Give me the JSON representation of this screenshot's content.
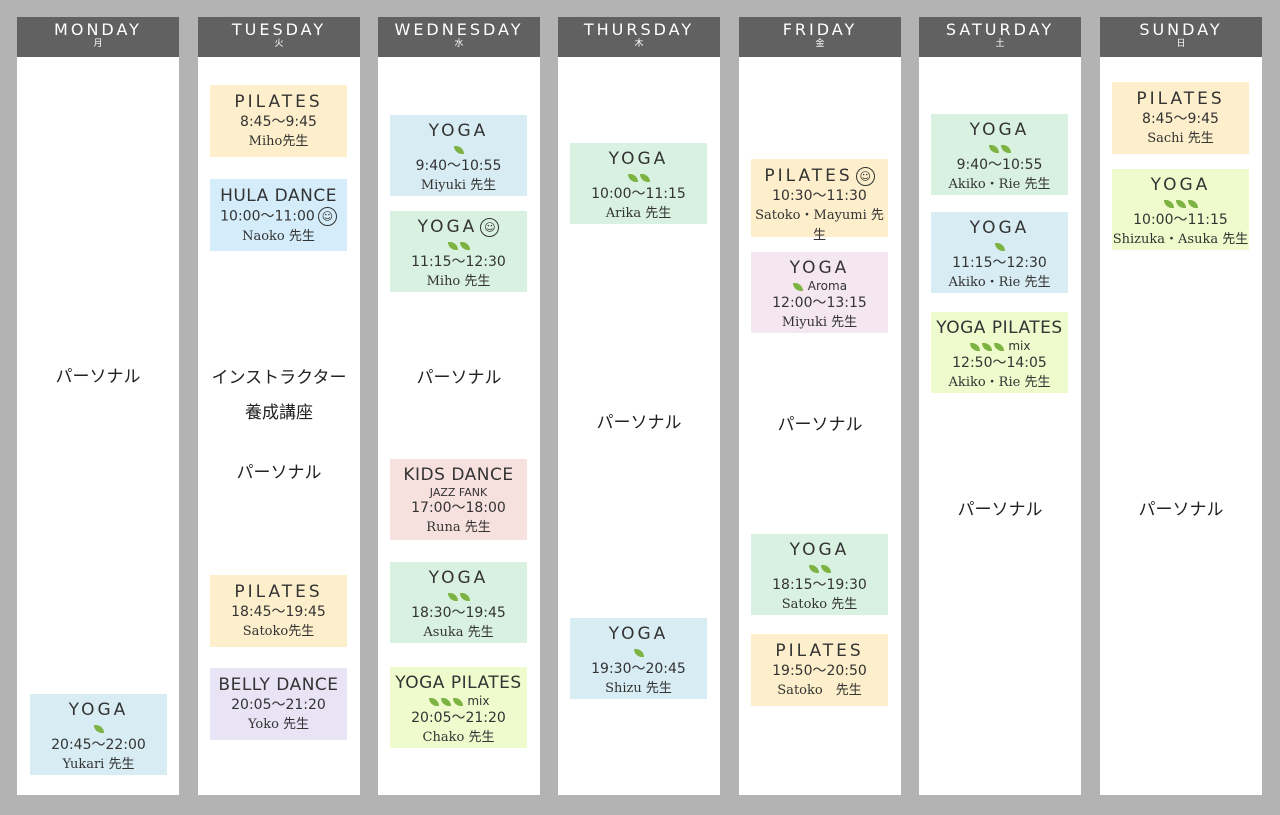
{
  "colors": {
    "header": "#616161",
    "yellow": "#fdefcb",
    "blue": "#d8ecf3",
    "sky": "#d5edfa",
    "green": "#d9f1e1",
    "lime": "#effbcc",
    "pink": "#f7e1df",
    "lilac": "#f4e7ef",
    "lavender": "#e8e3f5",
    "leaf": "#7cb342"
  },
  "days": [
    {
      "en": "MONDAY",
      "jp": "月",
      "notes": [
        "パーソナル"
      ],
      "classes": [
        {
          "title": "YOGA",
          "leaves": 1,
          "time": "20:45〜22:00",
          "teacher": "Yukari 先生",
          "color": "blue"
        }
      ]
    },
    {
      "en": "TUESDAY",
      "jp": "火",
      "notes": [
        "インストラクター",
        "養成講座",
        "パーソナル"
      ],
      "classes": [
        {
          "title": "PILATES",
          "time": "8:45〜9:45",
          "teacher": "Miho先生",
          "color": "yellow"
        },
        {
          "title": "HULA DANCE",
          "time": "10:00〜11:00",
          "time_smiley": true,
          "teacher": "Naoko 先生",
          "color": "sky"
        },
        {
          "title": "PILATES",
          "time": "18:45〜19:45",
          "teacher": "Satoko先生",
          "color": "yellow"
        },
        {
          "title": "BELLY DANCE",
          "time": "20:05〜21:20",
          "teacher": "Yoko 先生",
          "color": "lavender"
        }
      ]
    },
    {
      "en": "WEDNESDAY",
      "jp": "水",
      "notes": [
        "パーソナル"
      ],
      "classes": [
        {
          "title": "YOGA",
          "leaves": 1,
          "time": "9:40〜10:55",
          "teacher": "Miyuki 先生",
          "color": "blue"
        },
        {
          "title": "YOGA",
          "title_smiley": true,
          "leaves": 2,
          "time": "11:15〜12:30",
          "teacher": "Miho 先生",
          "color": "green"
        },
        {
          "title": "KIDS DANCE",
          "subtitle": "JAZZ FANK",
          "time": "17:00〜18:00",
          "teacher": "Runa 先生",
          "color": "pink"
        },
        {
          "title": "YOGA",
          "leaves": 2,
          "time": "18:30〜19:45",
          "teacher": "Asuka 先生",
          "color": "green"
        },
        {
          "title": "YOGA PILATES",
          "leaves": 3,
          "leaf_text": "mix",
          "time": "20:05〜21:20",
          "teacher": "Chako 先生",
          "color": "lime"
        }
      ]
    },
    {
      "en": "THURSDAY",
      "jp": "木",
      "notes": [
        "パーソナル"
      ],
      "classes": [
        {
          "title": "YOGA",
          "leaves": 2,
          "time": "10:00〜11:15",
          "teacher": "Arika 先生",
          "color": "green"
        },
        {
          "title": "YOGA",
          "leaves": 1,
          "time": "19:30〜20:45",
          "teacher": "Shizu 先生",
          "color": "blue"
        }
      ]
    },
    {
      "en": "FRIDAY",
      "jp": "金",
      "notes": [
        "パーソナル"
      ],
      "classes": [
        {
          "title": "PILATES",
          "title_smiley": true,
          "time": "10:30〜11:30",
          "teacher": "Satoko・Mayumi 先生",
          "color": "yellow"
        },
        {
          "title": "YOGA",
          "leaves": 1,
          "leaf_text": "Aroma",
          "time": "12:00〜13:15",
          "teacher": "Miyuki 先生",
          "color": "lilac"
        },
        {
          "title": "YOGA",
          "leaves": 2,
          "time": "18:15〜19:30",
          "teacher": "Satoko 先生",
          "color": "green"
        },
        {
          "title": "PILATES",
          "time": "19:50〜20:50",
          "teacher": "Satoko　先生",
          "color": "yellow"
        }
      ]
    },
    {
      "en": "SATURDAY",
      "jp": "土",
      "notes": [
        "パーソナル"
      ],
      "classes": [
        {
          "title": "YOGA",
          "leaves": 2,
          "time": "9:40〜10:55",
          "teacher": "Akiko・Rie 先生",
          "color": "green"
        },
        {
          "title": "YOGA",
          "leaves": 1,
          "time": "11:15〜12:30",
          "teacher": "Akiko・Rie 先生",
          "color": "blue"
        },
        {
          "title": "YOGA PILATES",
          "leaves": 3,
          "leaf_text": "mix",
          "time": "12:50〜14:05",
          "teacher": "Akiko・Rie 先生",
          "color": "lime"
        }
      ]
    },
    {
      "en": "SUNDAY",
      "jp": "日",
      "notes": [
        "パーソナル"
      ],
      "classes": [
        {
          "title": "PILATES",
          "time": "8:45〜9:45",
          "teacher": "Sachi 先生",
          "color": "yellow"
        },
        {
          "title": "YOGA",
          "leaves": 3,
          "time": "10:00〜11:15",
          "teacher": "Shizuka・Asuka 先生",
          "color": "lime"
        }
      ]
    }
  ]
}
